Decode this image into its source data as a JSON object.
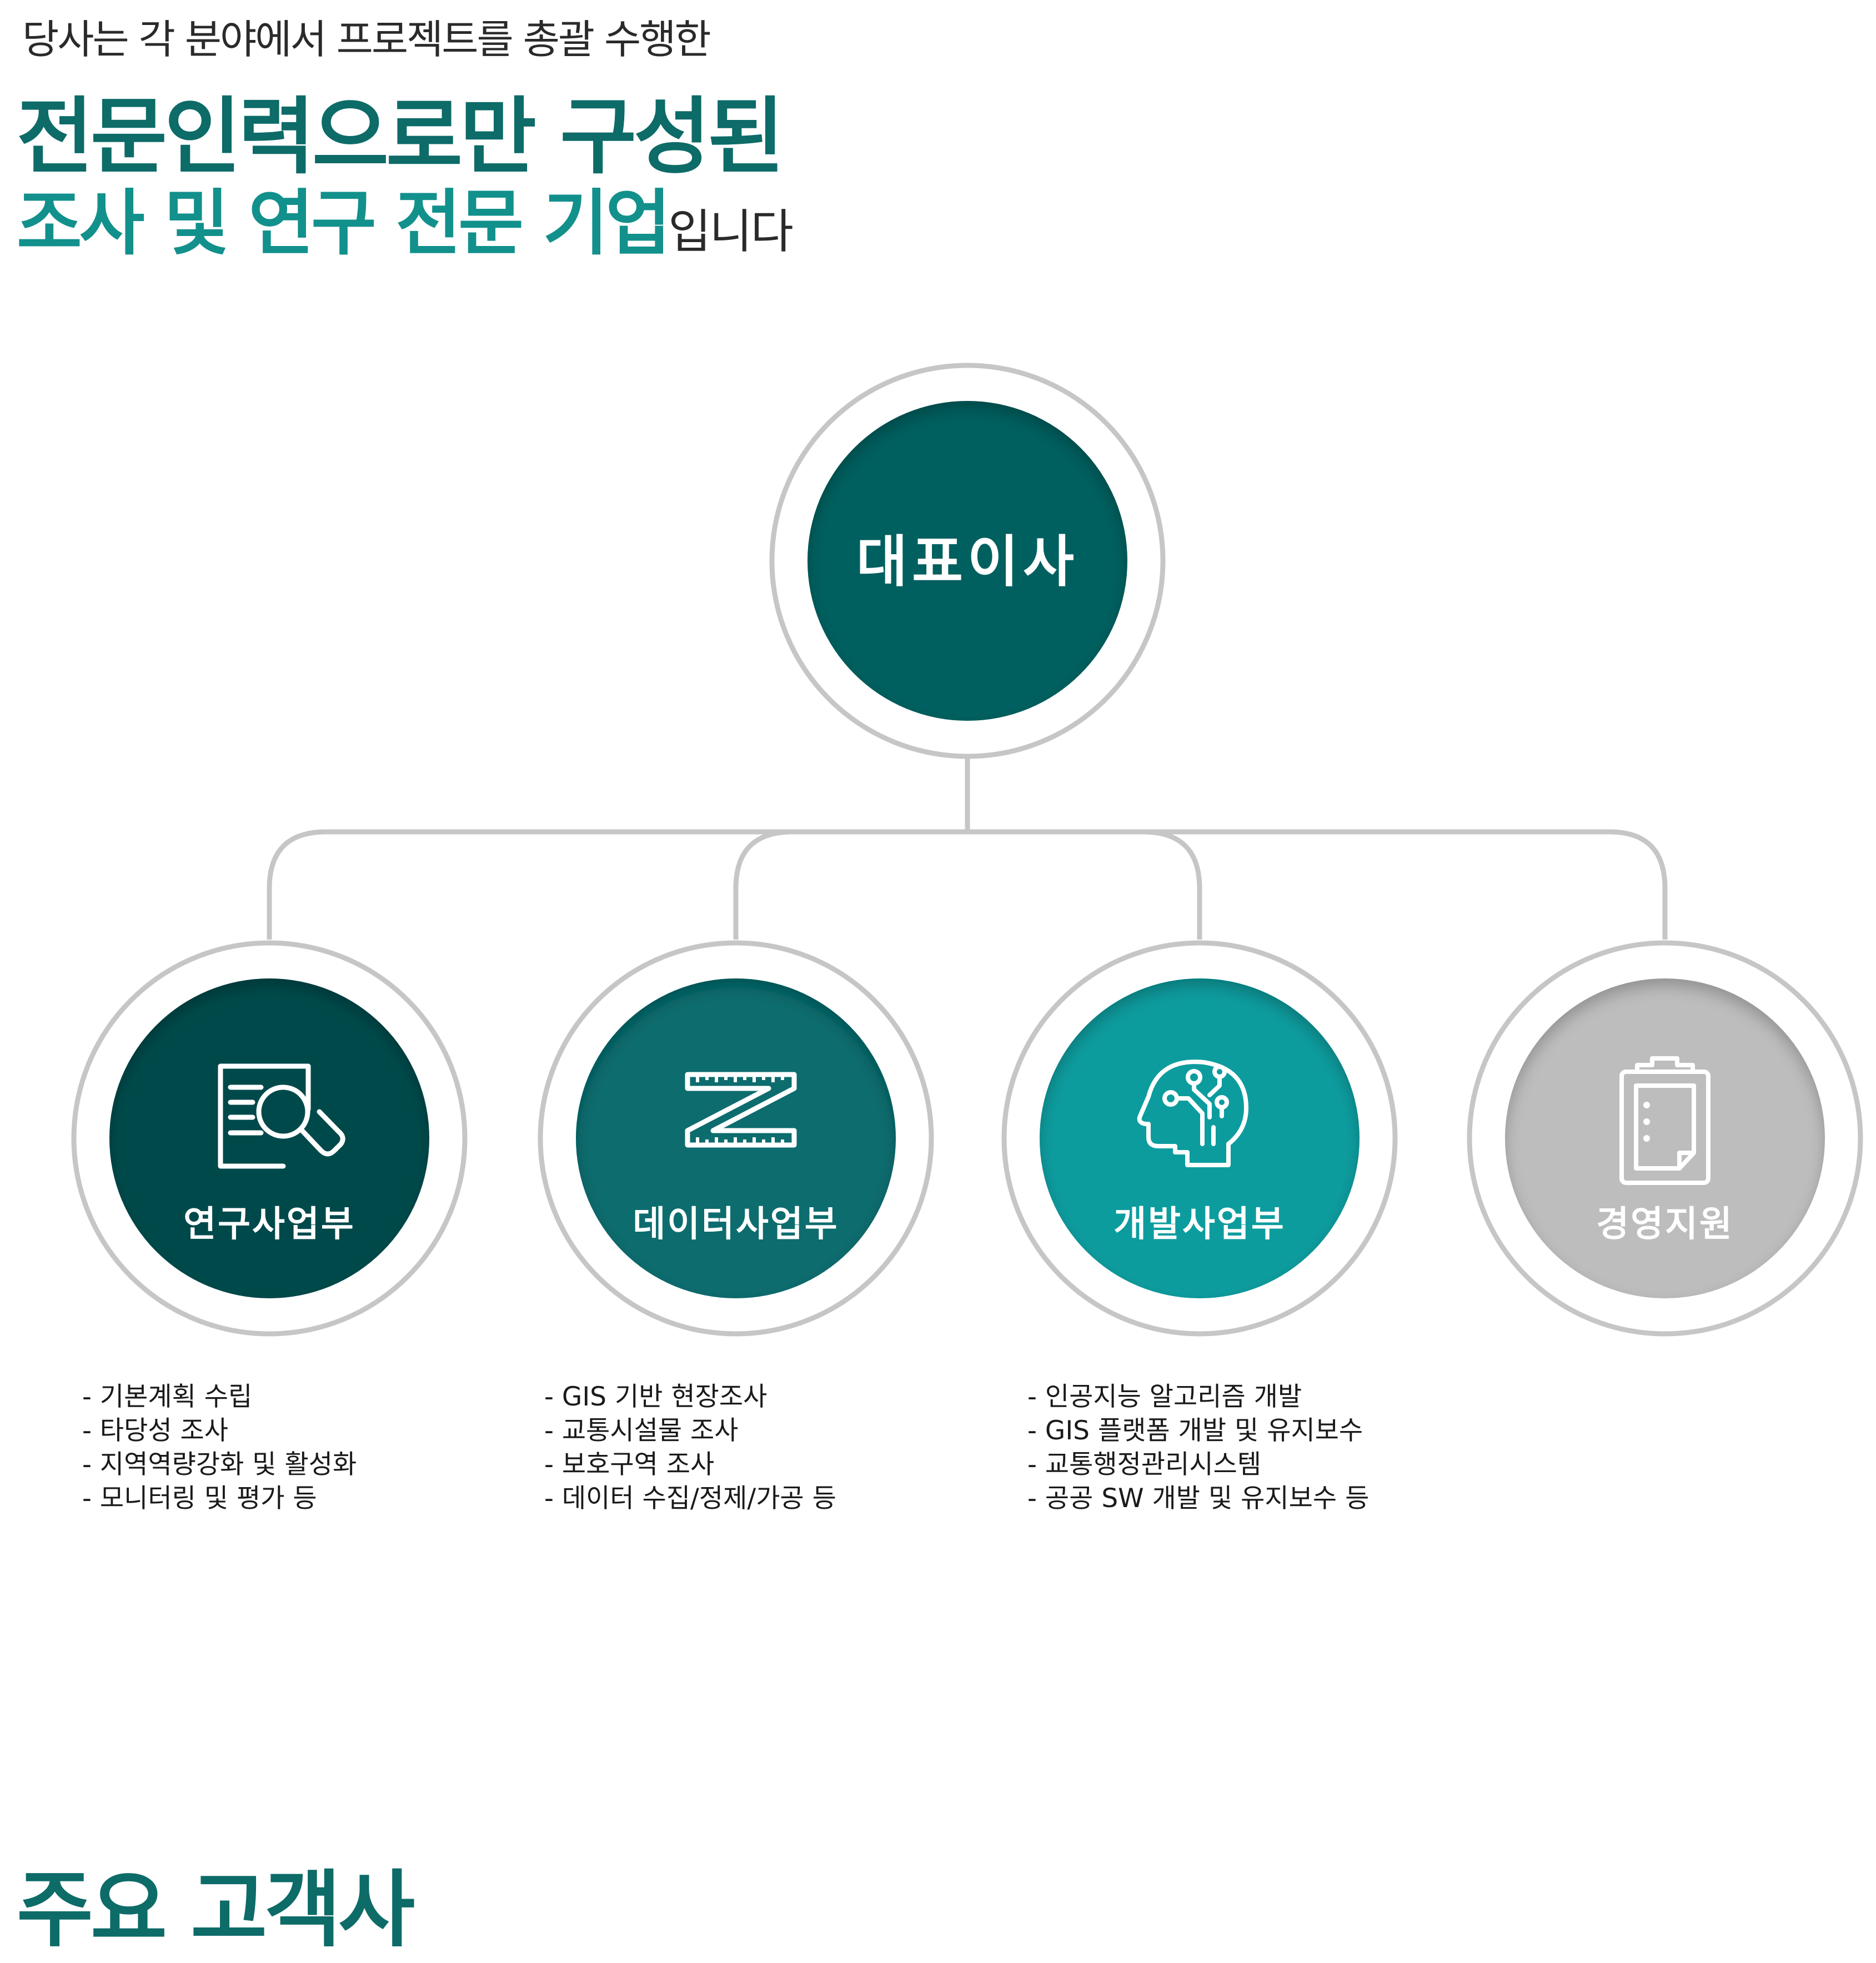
{
  "header": {
    "intro": "당사는 각 분야에서 프로젝트를 총괄 수행한",
    "headline_1": "전문인력으로만 구성된",
    "headline_2": "조사 및 연구 전문 기업",
    "headline_2_suffix": "입니다"
  },
  "org": {
    "ceo": {
      "label": "대표이사",
      "color": "#05605f"
    },
    "departments": [
      {
        "label": "연구사업부",
        "icon": "document-search-icon",
        "color": "#054a4b",
        "tasks": [
          "- 기본계획 수립",
          "- 타당성 조사",
          "- 지역역량강화 및 활성화",
          "- 모니터링 및 평가 등"
        ]
      },
      {
        "label": "데이터사업부",
        "icon": "measuring-tape-icon",
        "color": "#086c6e",
        "tasks": [
          "- GIS 기반 현장조사",
          "- 교통시설물 조사",
          "- 보호구역 조사",
          "- 데이터 수집/정제/가공 등"
        ]
      },
      {
        "label": "개발사업부",
        "icon": "ai-head-icon",
        "color": "#0a9c9e",
        "tasks": [
          "- 인공지능 알고리즘 개발",
          "- GIS 플랫폼 개발 및 유지보수",
          "- 교통행정관리시스템",
          "- 공공 SW 개발 및 유지보수 등"
        ]
      },
      {
        "label": "경영지원",
        "icon": "clipboard-icon",
        "color": "#bdbdbd",
        "tasks": []
      }
    ],
    "ring_color": "#c6c6c6",
    "connector_color": "#c6c6c6"
  },
  "footer": {
    "section_title": "주요 고객사"
  }
}
